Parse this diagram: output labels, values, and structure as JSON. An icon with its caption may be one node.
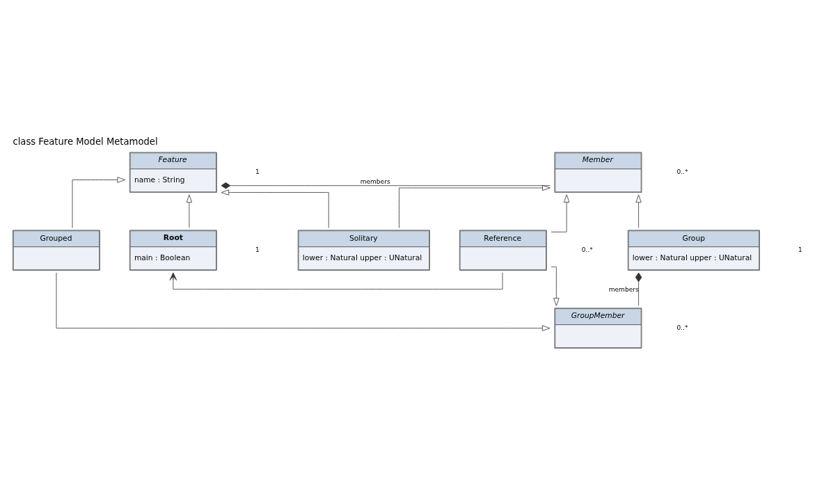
{
  "diagram": {
    "title": "class Feature Model Metamodel",
    "nodes": [
      {
        "text": [
          "Feature",
          "name : String"
        ]
      },
      {
        "text": [
          "Member"
        ]
      },
      {
        "text": [
          "Grouped"
        ]
      },
      {
        "text": [
          "Root",
          "main : Boolean"
        ]
      },
      {
        "text": [
          "Solitary",
          "lower : Natural upper : UNatural"
        ]
      },
      {
        "text": [
          "Reference"
        ]
      },
      {
        "text": [
          "Group",
          "lower : Natural upper : UNatural"
        ]
      },
      {
        "text": [
          "GroupMember"
        ]
      }
    ],
    "edges": [
      {
        "from": 0,
        "to": 1,
        "arrow": "other",
        "label": "members"
      },
      {
        "from": 2,
        "to": 0,
        "arrow": "to"
      },
      {
        "from": 3,
        "to": 0,
        "arrow": "to"
      },
      {
        "from": 4,
        "to": 0,
        "arrow": "to"
      },
      {
        "from": 4,
        "to": 1,
        "arrow": "to"
      },
      {
        "from": 5,
        "to": 1,
        "arrow": "to"
      },
      {
        "from": 6,
        "to": 1,
        "arrow": "to"
      },
      {
        "from": 5,
        "to": 3,
        "arrow": "to"
      },
      {
        "from": 6,
        "to": 7,
        "arrow": "other",
        "label": "members"
      },
      {
        "from": 2,
        "to": 7,
        "arrow": "to"
      },
      {
        "from": 5,
        "to": 7,
        "arrow": "to"
      }
    ],
    "labels": [
      "1",
      "0..*",
      "1",
      "0..*",
      "1",
      "0..*"
    ]
  }
}
